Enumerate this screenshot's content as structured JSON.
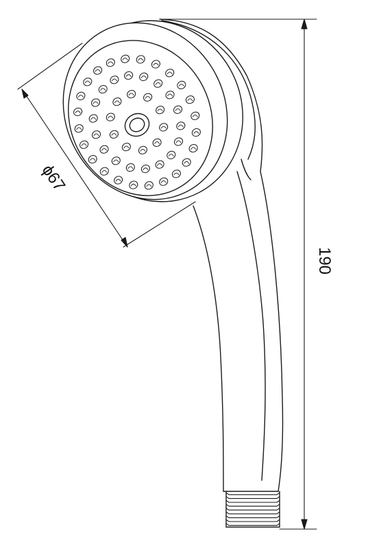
{
  "drawing": {
    "diameter_label": "ϕ67",
    "length_label": "190",
    "nozzle_count": 64,
    "colors": {
      "line": "#1a1a1a",
      "background": "#ffffff"
    }
  }
}
